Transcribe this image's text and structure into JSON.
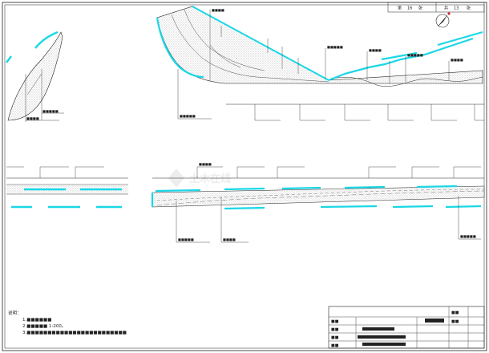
{
  "sheet": {
    "page_label": "第",
    "page_value": "16",
    "page_unit": "张",
    "total_label": "共",
    "total_value": "13",
    "total_unit": "张"
  },
  "top_section": {
    "labels": [
      "■■■■■",
      "■■■■",
      "■■■■■",
      "■■■■",
      "■■■■■",
      "■■■■",
      "■■■■■",
      "■■■■"
    ]
  },
  "bottom_section": {
    "labels": [
      "■■■■■",
      "■■■■",
      "■■■■■",
      "■■■■"
    ]
  },
  "watermark": "土木在线",
  "notes": {
    "title": "说明：",
    "lines": [
      "1.■■■■■■",
      "2.■■■■■ 1:200。",
      "3.■■■■■■■■■■■■■■■■■■■■■■■■"
    ]
  },
  "title_block": {
    "cells": [
      "■■",
      "■■",
      "■■",
      "■■",
      "■■",
      "■■"
    ]
  },
  "colors": {
    "accent": "#1ad7e6",
    "ink": "#222222",
    "hatch": "#8a8a8a"
  }
}
